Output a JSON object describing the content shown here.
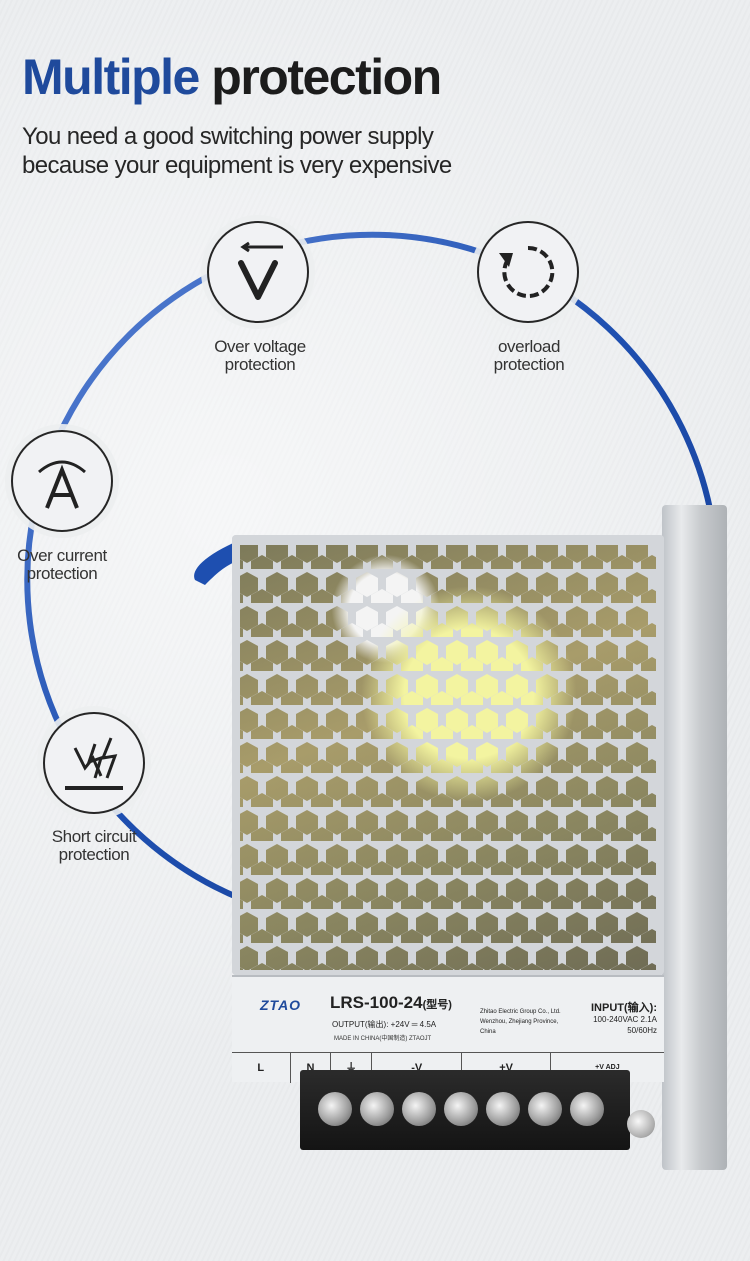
{
  "header": {
    "title_part1": "Multiple",
    "title_part2": "protection",
    "subtitle_line1": "You need a good switching power supply",
    "subtitle_line2": "because your equipment is very expensive"
  },
  "colors": {
    "accent": "#1f4a9c",
    "arc": "#1e4fb0",
    "text_dark": "#1c1c1c",
    "background": "#eceef0"
  },
  "features": [
    {
      "icon": "over-voltage-icon",
      "label_line1": "Over voltage",
      "label_line2": "protection"
    },
    {
      "icon": "overload-icon",
      "label_line1": "overload",
      "label_line2": "protection"
    },
    {
      "icon": "over-current-icon",
      "label_line1": "Over current",
      "label_line2": "protection"
    },
    {
      "icon": "short-circuit-icon",
      "label_line1": "Short circuit",
      "label_line2": "protection"
    }
  ],
  "product": {
    "brand": "ZTAO",
    "model": "LRS-100-24",
    "model_suffix": "(型号)",
    "output_text": "OUTPUT(输出): +24V ═ 4.5A",
    "made_in": "MADE IN CHINA(中国制造)  ZTAOJT",
    "company_line1": "Zhitao Electric Group Co., Ltd.",
    "company_line2": "Wenzhou, Zhejiang Province,",
    "company_line3": "China",
    "input_title": "INPUT(输入):",
    "input_line1": "100-240VAC 2.1A",
    "input_line2": "50/60Hz",
    "terminals": [
      "L",
      "N",
      "⏚",
      "-V",
      "+V",
      "+V ADJ"
    ]
  }
}
